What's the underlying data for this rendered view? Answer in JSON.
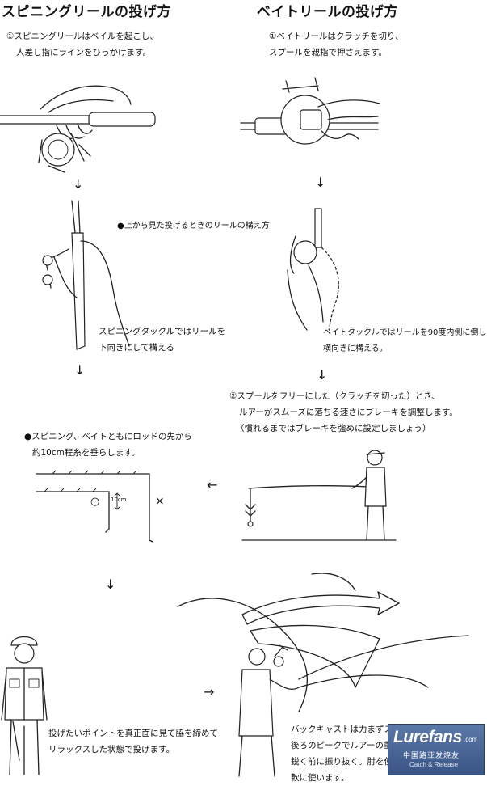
{
  "left": {
    "title": "スピニングリールの投げ方",
    "step1": [
      "①スピニングリールはベイルを起こし、",
      "人差し指にラインをひっかけます。"
    ],
    "topview_note": "●上から見た投げるときのリールの構え方",
    "posture": [
      "スピニングタックルではリールを",
      "下向きにして構える"
    ]
  },
  "right": {
    "title": "ベイトリールの投げ方",
    "step1": [
      "①ベイトリールはクラッチを切り、",
      "スプールを親指で押さえます。"
    ],
    "posture": [
      "ベイトタックルではリールを90度内側に倒し",
      "横向きに構える。"
    ],
    "step2": [
      "②スプールをフリーにした（クラッチを切った）とき、",
      "ルアーがスムーズに落ちる速さにブレーキを調整します。",
      "（慣れるまではブレーキを強めに設定しましょう）"
    ]
  },
  "rod_tip": {
    "note": [
      "●スピニング、ベイトともにロッドの先から",
      "約10cm程糸を垂らします。"
    ],
    "measure_label": "10cm",
    "ok_mark": "○",
    "ng_mark": "×"
  },
  "cast": {
    "aim": [
      "投げたいポイントを真正面に見て脇を締めて",
      "リラックスした状態で投げます。"
    ],
    "backcast": [
      "バックキャストは力まずスムーズに。",
      "後ろのピークでルアーの重",
      "鋭く前に振り抜く。肘を使",
      "軟に使います。"
    ]
  },
  "arrows": {
    "down": "↓",
    "left": "←",
    "right": "→"
  },
  "watermark": {
    "brand": "Lurefans",
    "domain": ".com",
    "chinese": "中国路亚发烧友",
    "tagline": "Catch & Release"
  }
}
